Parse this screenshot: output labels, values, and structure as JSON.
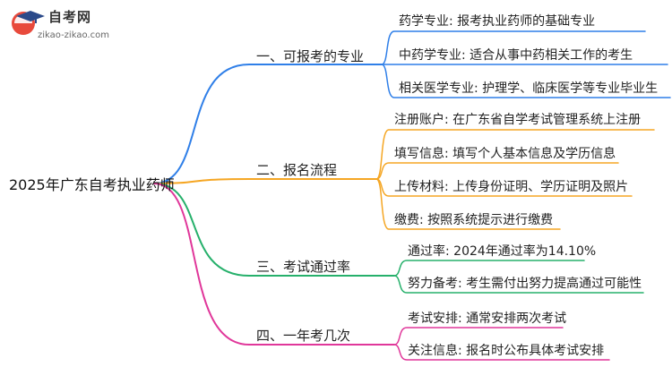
{
  "logo": {
    "name": "自考网",
    "url": "zikao-zikao.com"
  },
  "root": "2025年广东自考执业药师",
  "colors": {
    "blue": "#2f7fe8",
    "orange": "#f5a623",
    "green": "#26b06b",
    "pink": "#e0379a"
  },
  "branches": [
    {
      "label": "一、可报考的专业",
      "color": "blue",
      "leaves": [
        "药学专业: 报考执业药师的基础专业",
        "中药学专业: 适合从事中药相关工作的考生",
        "相关医学专业: 护理学、临床医学等专业毕业生"
      ]
    },
    {
      "label": "二、报名流程",
      "color": "orange",
      "leaves": [
        "注册账户: 在广东省自学考试管理系统上注册",
        "填写信息: 填写个人基本信息及学历信息",
        "上传材料: 上传身份证明、学历证明及照片",
        "缴费: 按照系统提示进行缴费"
      ]
    },
    {
      "label": "三、考试通过率",
      "color": "green",
      "leaves": [
        "通过率: 2024年通过率为14.10%",
        "努力备考: 考生需付出努力提高通过可能性"
      ]
    },
    {
      "label": "四、一年考几次",
      "color": "pink",
      "leaves": [
        "考试安排: 通常安排两次考试",
        "关注信息: 报名时公布具体考试安排"
      ]
    }
  ]
}
